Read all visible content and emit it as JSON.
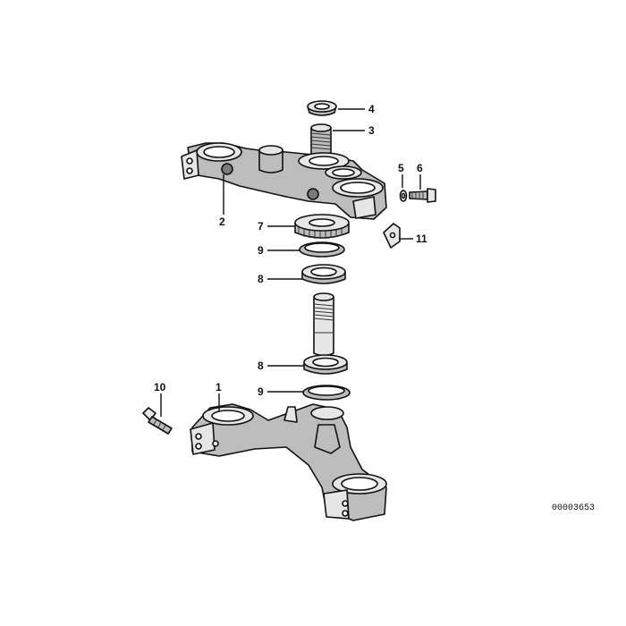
{
  "diagram": {
    "reference_number": "00003653",
    "callouts": {
      "c1": "1",
      "c2": "2",
      "c3": "3",
      "c4": "4",
      "c5": "5",
      "c6": "6",
      "c7": "7",
      "c8a": "8",
      "c8b": "8",
      "c9a": "9",
      "c9b": "9",
      "c10": "10",
      "c11": "11"
    }
  }
}
